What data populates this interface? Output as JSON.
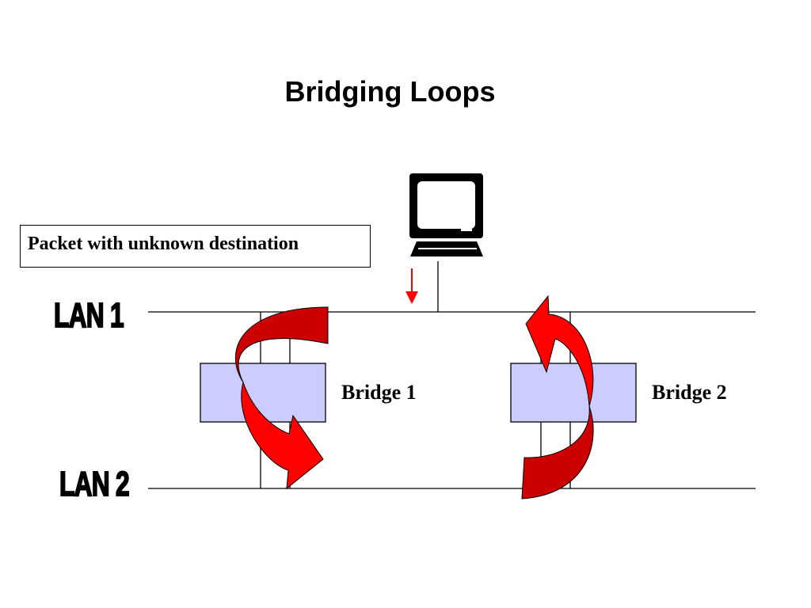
{
  "title": "Bridging Loops",
  "packet_label": "Packet with unknown destination",
  "lan_labels": {
    "lan1": "LAN 1",
    "lan2": "LAN 2"
  },
  "bridges": [
    {
      "label": "Bridge 1"
    },
    {
      "label": "Bridge 2"
    }
  ],
  "icons": {
    "computer": "computer-icon",
    "arrow": "down-arrow-icon",
    "loop": "curved-arrow-icon"
  },
  "colors": {
    "bridge_fill": "#ccccff",
    "loop_red": "#ff0000",
    "loop_dark_red": "#cc0000",
    "line": "#000000"
  }
}
